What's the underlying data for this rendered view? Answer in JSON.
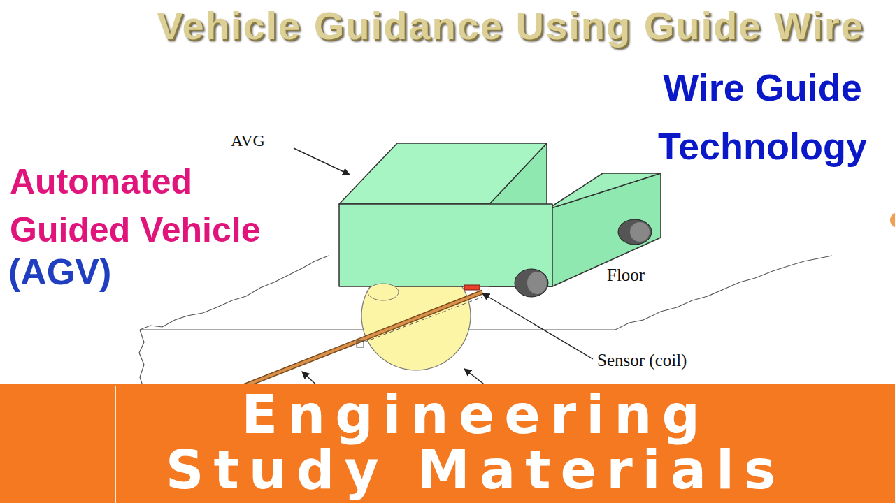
{
  "diagram": {
    "title": "Vehicle Guidance Using Guide Wire",
    "nodes": [
      {
        "text": [
          "Engineering Study Materials"
        ]
      }
    ],
    "labels": [
      "Automated Guided Vehicle",
      "(AGV)",
      "Wire Guide Technology",
      "AVG",
      "Floor",
      "Sensor (coil)"
    ]
  }
}
